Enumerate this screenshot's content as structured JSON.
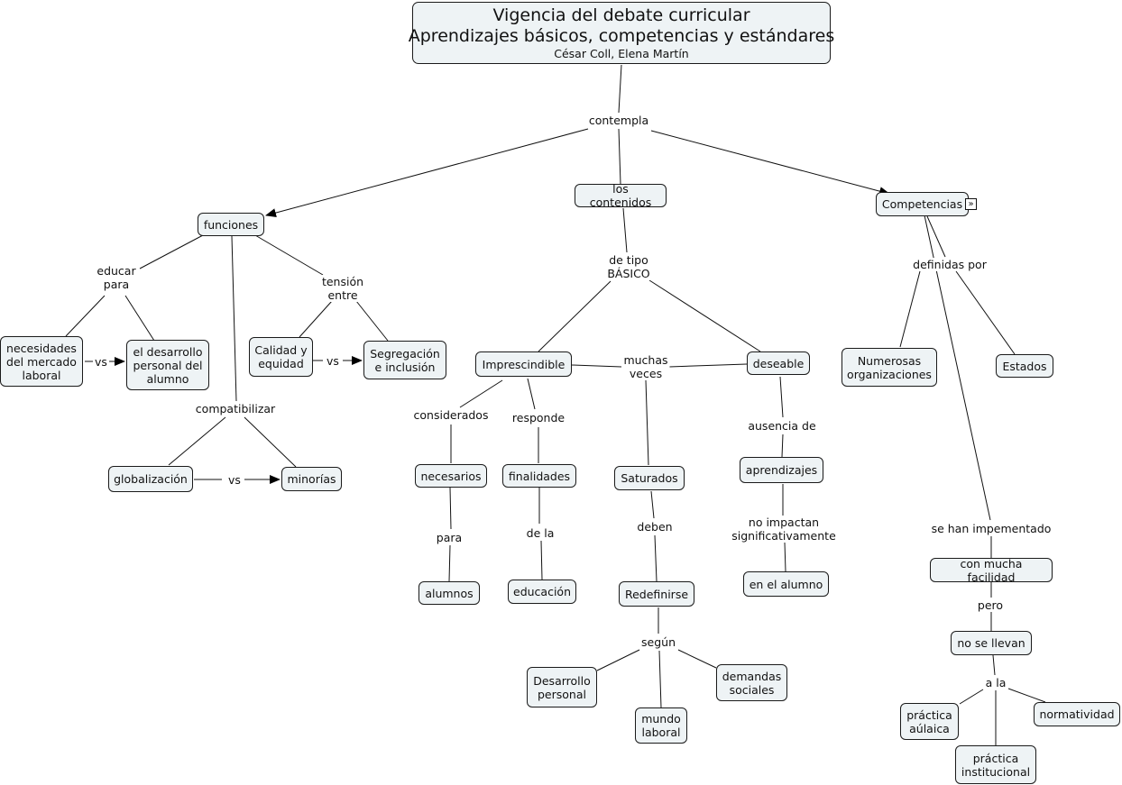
{
  "title": {
    "line1": "Vigencia del debate curricular",
    "line2": "Aprendizajes básicos, competencias y estándares",
    "authors": "César Coll, Elena Martín"
  },
  "nodes": {
    "funciones": "funciones",
    "contenidos": "los contenidos",
    "competencias": "Competencias",
    "necesidades": "necesidades\ndel mercado\nlaboral",
    "desarrollo_personal_alumno": "el desarrollo\npersonal del\nalumno",
    "calidad": "Calidad y\nequidad",
    "segregacion": "Segregación\ne inclusión",
    "globalizacion": "globalización",
    "minorias": "minorías",
    "imprescindible": "Imprescindible",
    "deseable": "deseable",
    "necesarios": "necesarios",
    "finalidades": "finalidades",
    "saturados": "Saturados",
    "aprendizajes": "aprendizajes",
    "alumnos": "alumnos",
    "educacion": "educación",
    "redefinirse": "Redefinirse",
    "en_alumno": "en el alumno",
    "desarrollo_personal": "Desarrollo\npersonal",
    "mundo_laboral": "mundo\nlaboral",
    "demandas": "demandas\nsociales",
    "numerosas": "Numerosas\norganizaciones",
    "estados": "Estados",
    "facilidad": "con mucha facilidad",
    "no_llevan": "no se llevan",
    "aulaica": "práctica\naúlaica",
    "institucional": "práctica\ninstitucional",
    "normatividad": "normatividad"
  },
  "links": {
    "contempla": "contempla",
    "educar_para": "educar\npara",
    "tension_entre": "tensión\nentre",
    "vs1": "vs",
    "vs2": "vs",
    "compatibilizar": "compatibilizar",
    "vs3": "vs",
    "de_tipo": "de tipo\nBÁSICO",
    "muchas_veces": "muchas\nveces",
    "considerados": "considerados",
    "responde": "responde",
    "ausencia": "ausencia de",
    "para": "para",
    "de_la": "de la",
    "deben": "deben",
    "no_impactan": "no impactan\nsignificativamente",
    "segun": "según",
    "definidas": "definidas por",
    "implementado": "se han impementado",
    "pero": "pero",
    "a_la": "a la"
  },
  "expand_icon": "double-chevron-right-icon"
}
